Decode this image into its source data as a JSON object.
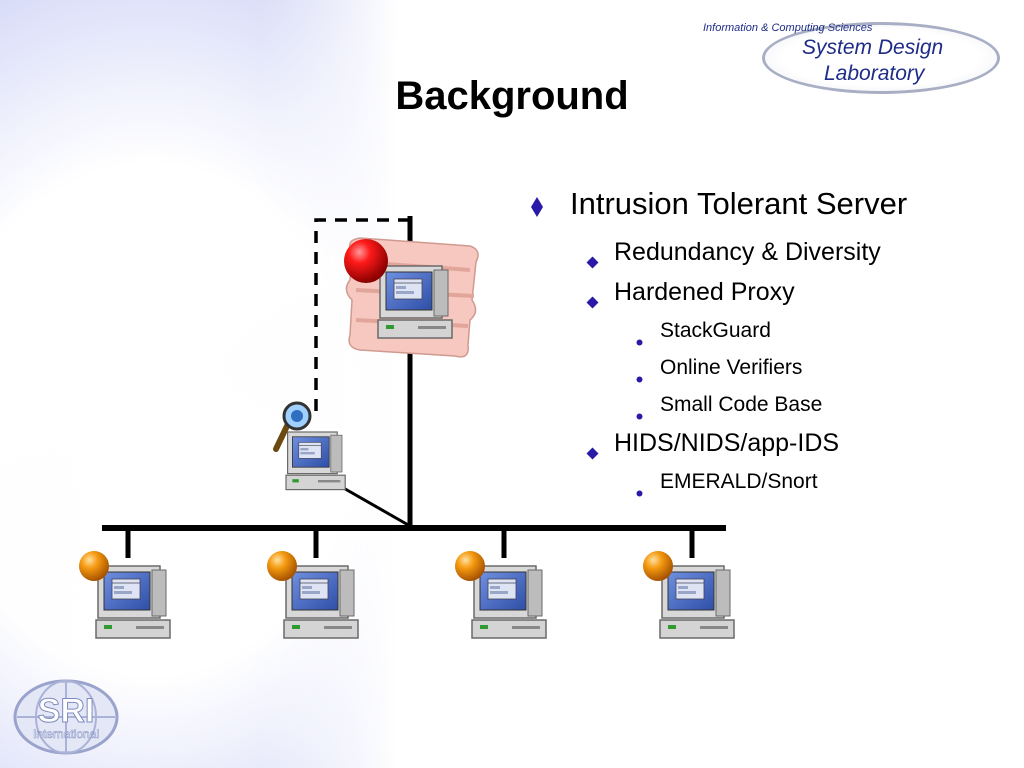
{
  "slide": {
    "title": "Background"
  },
  "logo": {
    "line1": "Information & Computing Sciences",
    "line2": "System Design",
    "line3": "Laboratory"
  },
  "sri_logo": {
    "text1": "SRI",
    "text2": "International"
  },
  "bullets": {
    "main": "Intrusion Tolerant Server",
    "sub1": "Redundancy & Diversity",
    "sub2": "Hardened Proxy",
    "sub2_items": [
      "StackGuard",
      "Online Verifiers",
      "Small Code Base"
    ],
    "sub3": "HIDS/NIDS/app-IDS",
    "sub3_items": [
      "EMERALD/Snort"
    ]
  },
  "colors": {
    "title": "#000000",
    "logo_blue": "#1e2c88",
    "bullet_marker": "#2a1aa8",
    "red_ball": "#e00000",
    "orange_ball": "#f08a00",
    "monitor_screen": "#4a6fc7"
  },
  "icons": {
    "main_marker": "diamond-bullet-icon",
    "sub_marker": "diamond-bullet-icon",
    "sub_sub_marker": "dot-bullet-icon",
    "monitor": "computer-icon",
    "magnifier": "magnifier-icon"
  }
}
